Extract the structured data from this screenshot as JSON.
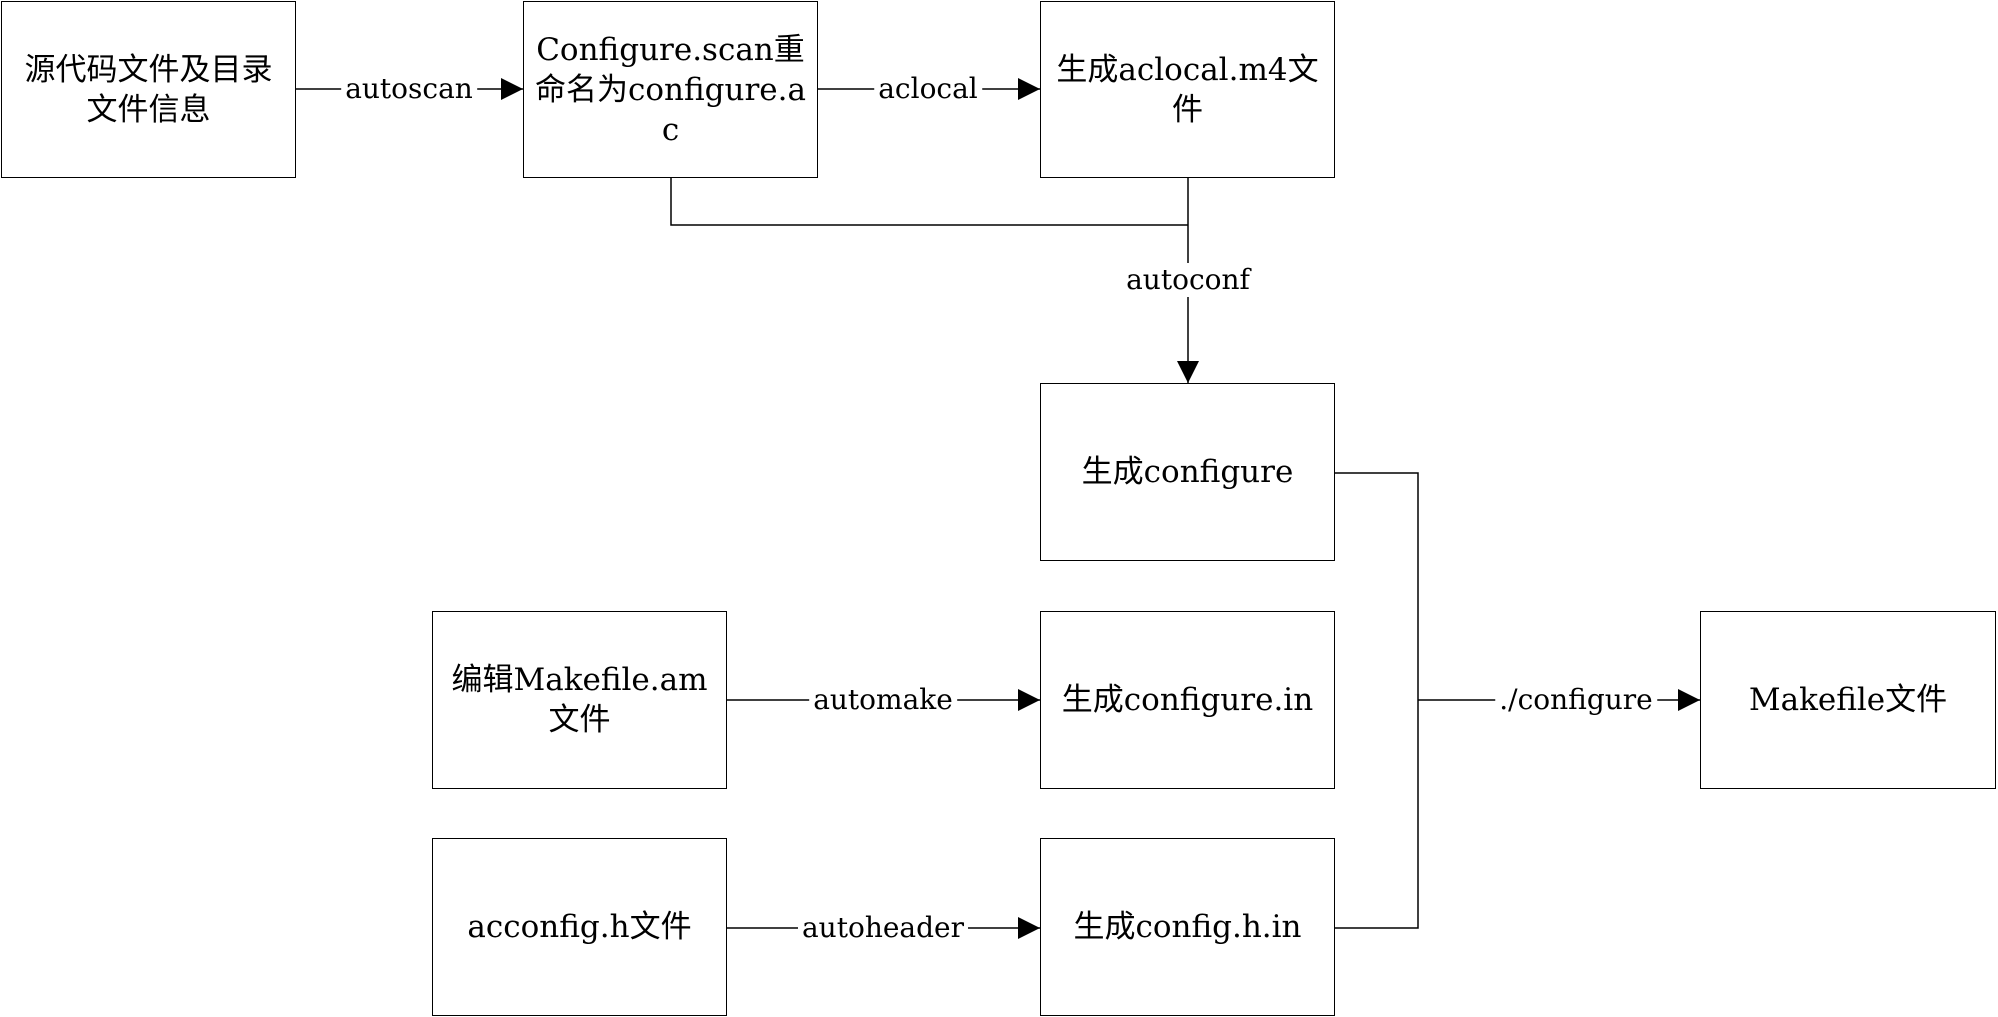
{
  "nodes": {
    "source": "源代码文件及目录文件信息",
    "rename": "Configure.scan重命名为configure.ac",
    "aclocal_m4": "生成aclocal.m4文件",
    "configure": "生成configure",
    "makefile_am": "编辑Makefile.am文件",
    "configure_in": "生成configure.in",
    "acconfig": "acconfig.h文件",
    "config_h_in": "生成config.h.in",
    "makefile": "Makefile文件"
  },
  "edges": {
    "autoscan": "autoscan",
    "aclocal": "aclocal",
    "autoconf": "autoconf",
    "automake": "automake",
    "autoheader": "autoheader",
    "configure_cmd": "./configure"
  },
  "colors": {
    "stroke": "#000000",
    "background": "#ffffff"
  }
}
